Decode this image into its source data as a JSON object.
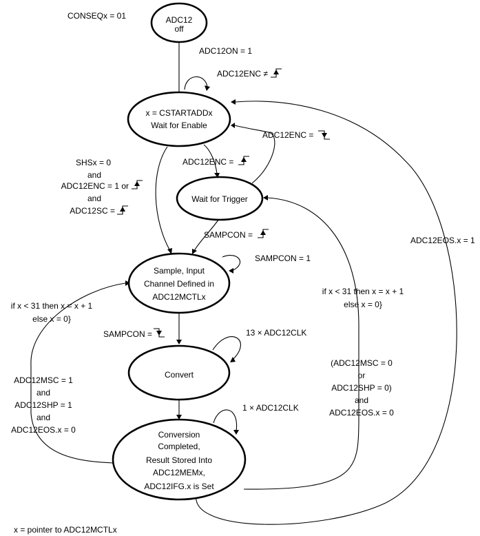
{
  "states": {
    "adc_off": [
      "ADC12",
      "off"
    ],
    "wait_enable": [
      "x = CSTARTADDx",
      "Wait for Enable"
    ],
    "wait_trigger": [
      "Wait for Trigger"
    ],
    "sample": [
      "Sample, Input",
      "Channel Defined in",
      "ADC12MCTLx"
    ],
    "convert": [
      "Convert"
    ],
    "completed": [
      "Conversion",
      "Completed,",
      "Result Stored Into",
      "ADC12MEMx,",
      "ADC12IFG.x is Set"
    ]
  },
  "labels": {
    "conseq": "CONSEQx = 01",
    "adc12on": "ADC12ON = 1",
    "adc12enc_neq": "ADC12ENC ≠",
    "adc12enc_fall": "ADC12ENC  =",
    "adc12enc_rise": "ADC12ENC  =",
    "shs": [
      "SHSx = 0",
      "and",
      "ADC12ENC = 1 or",
      "and",
      "ADC12SC ="
    ],
    "sampcon_rise": "SAMPCON  =",
    "sampcon_one": "SAMPCON = 1",
    "sampcon_fall": "SAMPCON  =",
    "clk13": "13 × ADC12CLK",
    "clk1": "1 × ADC12CLK",
    "left_loop": [
      "if x < 31 then x = x + 1",
      "else x = 0}"
    ],
    "left_cond": [
      "ADC12MSC = 1",
      "and",
      "ADC12SHP = 1",
      "and",
      "ADC12EOS.x = 0"
    ],
    "right_loop": [
      "if x < 31 then x = x + 1",
      "else x = 0}"
    ],
    "right_cond": [
      "(ADC12MSC = 0",
      "or",
      "ADC12SHP = 0)",
      "and",
      "ADC12EOS.x = 0"
    ],
    "eos": "ADC12EOS.x = 1",
    "footnote": "x = pointer to ADC12MCTLx"
  }
}
